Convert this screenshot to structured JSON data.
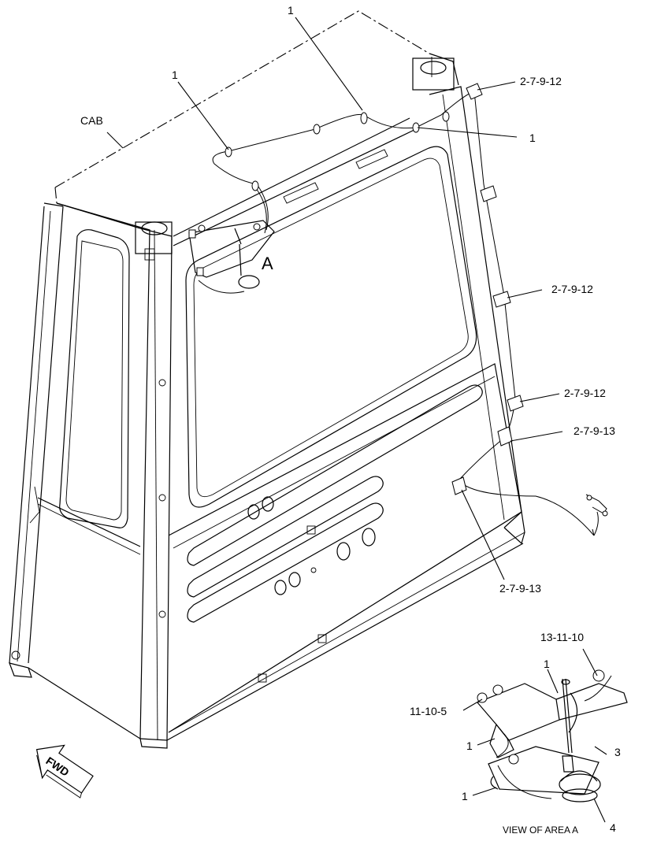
{
  "labels": {
    "cab": "CAB",
    "part_1": "1",
    "view_a_marker": "A",
    "ref_2_7_9_12": "2-7-9-12",
    "ref_2_7_9_13": "2-7-9-13",
    "ref_13_11_10": "13-11-10",
    "ref_11_10_5": "11-10-5",
    "part_3": "3",
    "part_4": "4",
    "view_title": "VIEW OF AREA A",
    "fwd": "FWD"
  }
}
